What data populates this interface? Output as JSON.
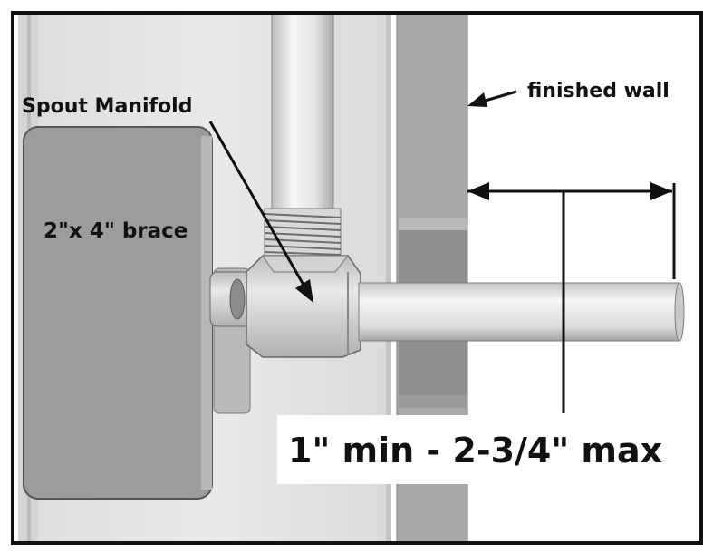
{
  "labels": {
    "spout_manifold": "Spout Manifold",
    "finished_wall": "finished wall",
    "brace": "2\"x 4\" brace",
    "measurement": "1\" min - 2-3/4\" max"
  },
  "colors": {
    "frame": "#111111",
    "panel_light": "#e2e2e2",
    "panel_mid": "#c6c6c6",
    "wall_gray": "#a9a9a9",
    "brace_gray": "#9c9c9c",
    "pipe_light": "#f0f0f0",
    "pipe_shadow": "#b5b5b5",
    "ink": "#111111"
  }
}
